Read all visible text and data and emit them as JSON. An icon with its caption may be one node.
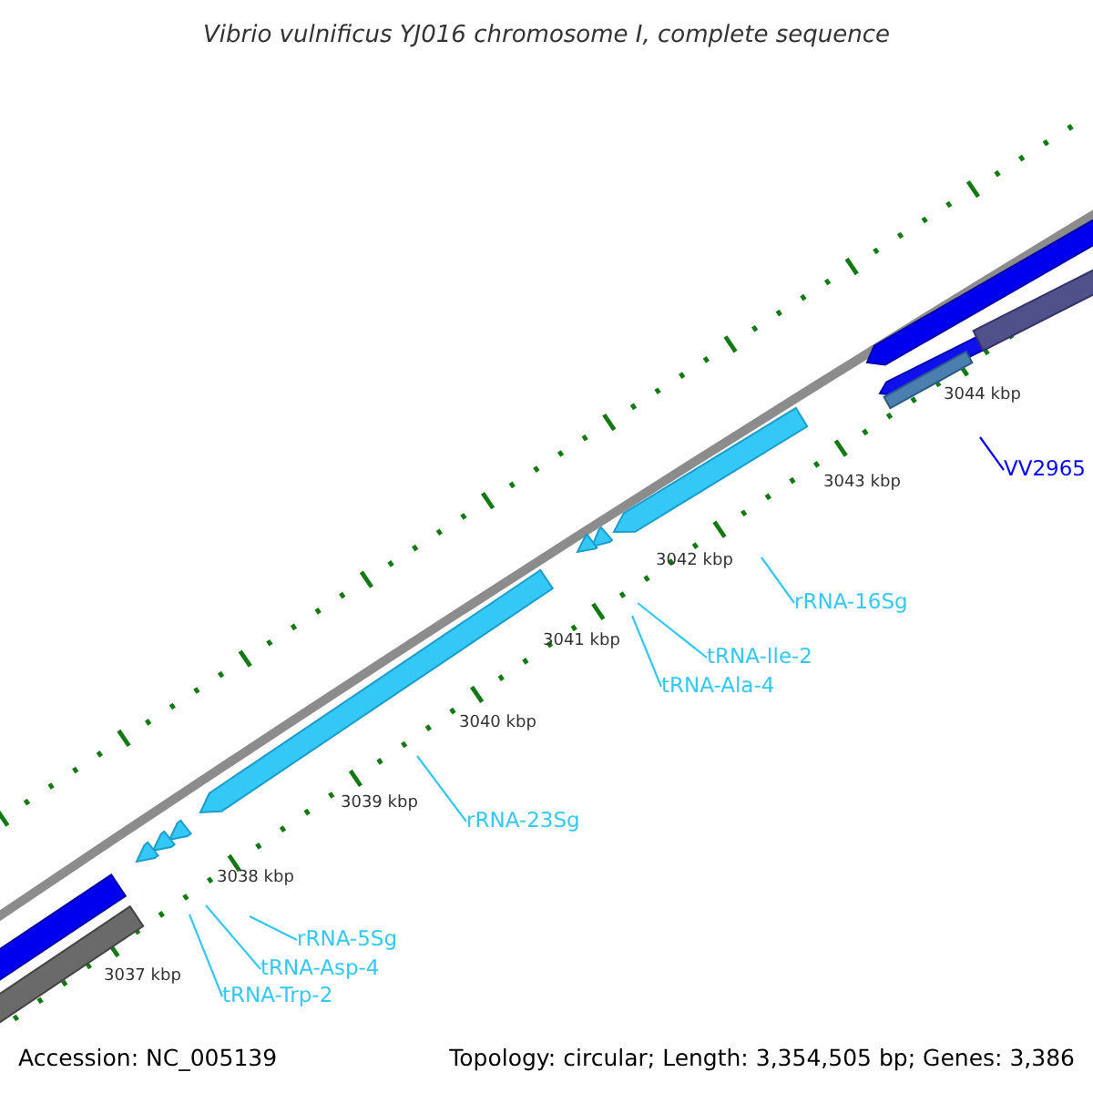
{
  "diagram": {
    "title": "Vibrio vulnificus YJ016 chromosome I, complete sequence",
    "nodes": [
      {
        "text": [
          "VV2965"
        ]
      },
      {
        "text": [
          "rRNA-16Sg"
        ]
      },
      {
        "text": [
          "tRNA-Ile-2"
        ]
      },
      {
        "text": [
          "tRNA-Ala-4"
        ]
      },
      {
        "text": [
          "rRNA-23Sg"
        ]
      },
      {
        "text": [
          "rRNA-5Sg"
        ]
      },
      {
        "text": [
          "tRNA-Asp-4"
        ]
      },
      {
        "text": [
          "tRNA-Trp-2"
        ]
      }
    ],
    "edges": [
      {
        "from": 0,
        "to": null,
        "arrow": "none",
        "color": "#0000ff"
      },
      {
        "from": 1,
        "to": null,
        "arrow": "none"
      },
      {
        "from": 2,
        "to": null,
        "arrow": "none"
      },
      {
        "from": 3,
        "to": null,
        "arrow": "none"
      },
      {
        "from": 4,
        "to": null,
        "arrow": "none"
      },
      {
        "from": 5,
        "to": null,
        "arrow": "none"
      },
      {
        "from": 6,
        "to": null,
        "arrow": "none"
      },
      {
        "from": 7,
        "to": null,
        "arrow": "none"
      }
    ],
    "labels": [
      "3044 kbp",
      "3043 kbp",
      "3042 kbp",
      "3041 kbp",
      "3040 kbp",
      "3039 kbp",
      "3038 kbp",
      "3037 kbp",
      "Accession: NC_005139",
      "Topology: circular; Length: 3,354,505 bp; Genes: 3,386"
    ]
  }
}
